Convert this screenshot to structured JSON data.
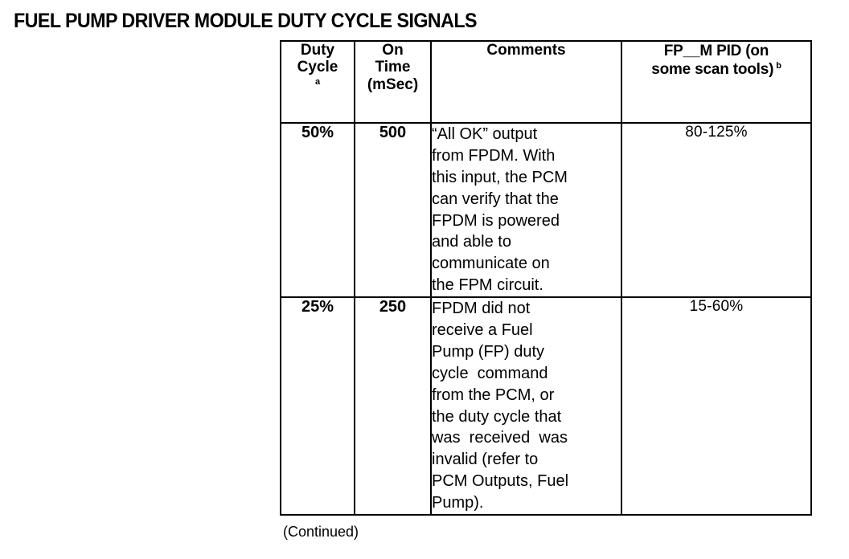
{
  "page": {
    "title": "FUEL PUMP DRIVER MODULE DUTY CYCLE SIGNALS",
    "continued_note": "(Continued)",
    "text_color": "#000000",
    "background_color": "#ffffff"
  },
  "table": {
    "headers": {
      "duty_cycle_line1": "Duty",
      "duty_cycle_line2": "Cycle",
      "duty_cycle_footnote": "a",
      "on_time_line1": "On",
      "on_time_line2": "Time",
      "on_time_line3": "(mSec)",
      "comments": "Comments",
      "pid_line1": "FP__M PID (on",
      "pid_line2": "some scan tools)",
      "pid_footnote": "b"
    },
    "rows": [
      {
        "duty_cycle": "50%",
        "on_time": "500",
        "comments_lines": [
          "“All OK” output",
          "from FPDM. With",
          "this input, the PCM",
          "can verify that the",
          "FPDM is powered",
          "and able to",
          "communicate on",
          "the FPM circuit."
        ],
        "pid": "80-125%"
      },
      {
        "duty_cycle": "25%",
        "on_time": "250",
        "comments_lines": [
          "FPDM did not",
          "receive a Fuel",
          "Pump (FP) duty",
          "cycle  command",
          "from the PCM, or",
          "the duty cycle that",
          "was  received  was",
          "invalid (refer to",
          "PCM Outputs, Fuel",
          "Pump)."
        ],
        "pid": "15-60%"
      }
    ]
  }
}
